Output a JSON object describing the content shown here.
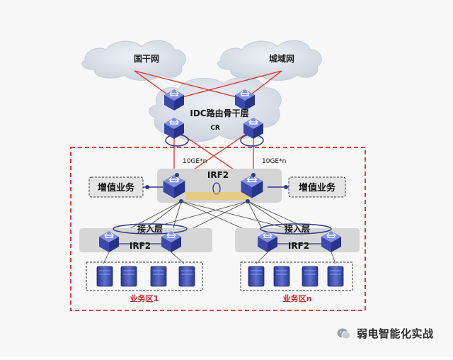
{
  "clouds": {
    "left": "国干网",
    "right": "城域网",
    "backbone": "IDC路由骨干层",
    "backbone_sub": "CR"
  },
  "links": {
    "left_10ge": "10GE*n",
    "right_10ge": "10GE*n"
  },
  "core": {
    "irf_label": "IRF2",
    "vas_left": "增值业务",
    "vas_right": "增值业务"
  },
  "access": {
    "left_layer": "接入层",
    "right_layer": "接入层",
    "left_irf": "IRF2",
    "right_irf": "IRF2"
  },
  "zones": {
    "left": "业务区1",
    "right": "业务区n"
  },
  "watermark": {
    "text": "弱电智能化实战"
  },
  "colors": {
    "dashed_boundary": "#d9262c",
    "red_link": "#e0302a",
    "cloud_fill": "#d7dde7",
    "zone_label": "#c0272d",
    "switch_blue": "#3a4aa6",
    "server_blue": "#4a5db8"
  }
}
